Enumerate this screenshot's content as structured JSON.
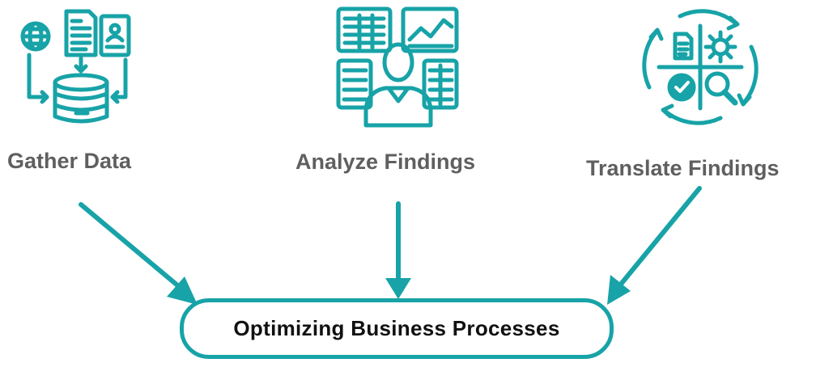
{
  "colors": {
    "accent": "#17a3a7",
    "label_text": "#5f5f5f",
    "goal_text": "#111111"
  },
  "steps": [
    {
      "label": "Gather Data",
      "icon": "data-gathering-icon"
    },
    {
      "label": "Analyze Findings",
      "icon": "analyst-dashboard-icon"
    },
    {
      "label": "Translate Findings",
      "icon": "process-cycle-icon"
    }
  ],
  "goal": {
    "label": "Optimizing Business Processes"
  }
}
